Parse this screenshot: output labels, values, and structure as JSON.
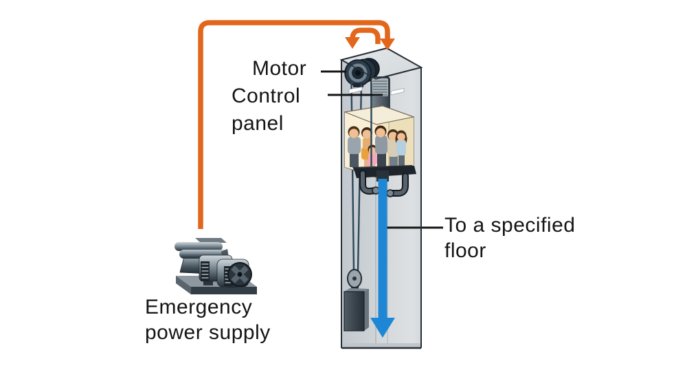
{
  "diagram": {
    "labels": {
      "motor": "Motor",
      "control_panel": "Control\npanel",
      "to_specified_floor": "To a specified\nfloor",
      "emergency_power_supply": "Emergency\npower supply"
    },
    "colors": {
      "power_line_orange": "#e2661c",
      "travel_arrow_blue": "#1e87d5",
      "shaft_gray": "#d2d7da",
      "car_interior_beige": "#f2e6c4",
      "label_text": "#141414"
    }
  }
}
